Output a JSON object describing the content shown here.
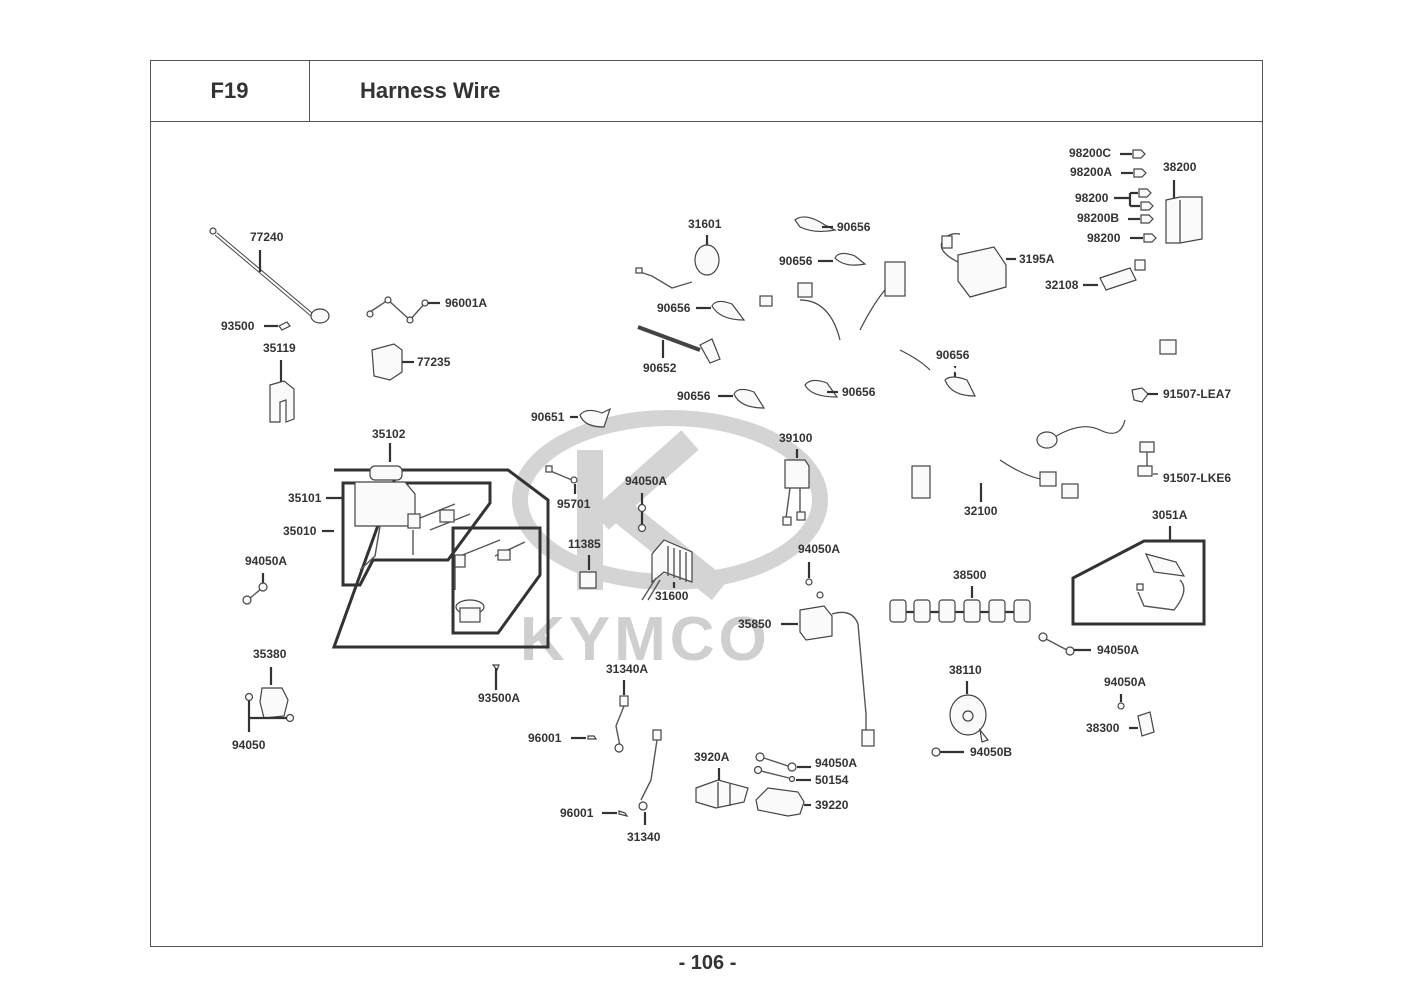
{
  "header": {
    "code": "F19",
    "title": "Harness Wire"
  },
  "watermark": {
    "brand": "KYMCO",
    "logo": "kymco-k-logo"
  },
  "page_number": "- 106 -",
  "labels": {
    "p77240": "77240",
    "p93500": "93500",
    "p35119": "35119",
    "p96001A": "96001A",
    "p77235": "77235",
    "p35102": "35102",
    "p35101": "35101",
    "p35010": "35010",
    "p94050A_left": "94050A",
    "p35380": "35380",
    "p94050": "94050",
    "p93500A": "93500A",
    "p31601": "31601",
    "p90656_a": "90656",
    "p90656_b": "90656",
    "p90656_c": "90656",
    "p90656_d": "90656",
    "p90656_e": "90656",
    "p90656_f": "90656",
    "p90652": "90652",
    "p90651": "90651",
    "p95701": "95701",
    "p94050A_mid": "94050A",
    "p11385": "11385",
    "p31600": "31600",
    "p39100": "39100",
    "p94050A_relay": "94050A",
    "p35850": "35850",
    "p31340A": "31340A",
    "p96001_a": "96001",
    "p96001_b": "96001",
    "p31340": "31340",
    "p3920A": "3920A",
    "p94050A_cdi": "94050A",
    "p50154": "50154",
    "p39220": "39220",
    "p98200C": "98200C",
    "p98200A": "98200A",
    "p98200_a": "98200",
    "p98200B": "98200B",
    "p98200_b": "98200",
    "p38200": "38200",
    "p3195A": "3195A",
    "p32108": "32108",
    "p91507LEA7": "91507-LEA7",
    "p91507LKE6": "91507-LKE6",
    "p32100": "32100",
    "p3051A": "3051A",
    "p38500": "38500",
    "p94050A_right": "94050A",
    "p38110": "38110",
    "p94050B": "94050B",
    "p94050A_bottom": "94050A",
    "p38300": "38300"
  }
}
